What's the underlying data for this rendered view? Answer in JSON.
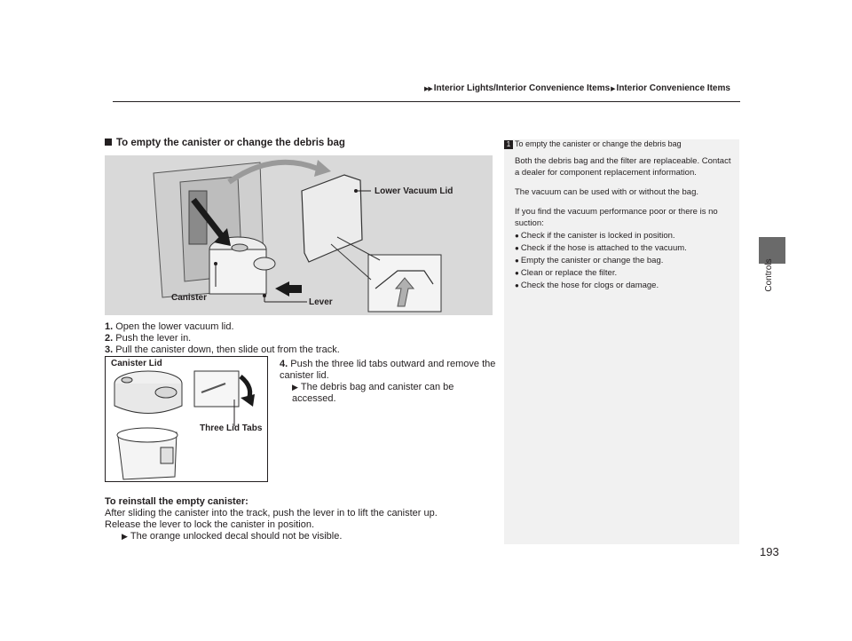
{
  "breadcrumb": {
    "arrow": "▶▶",
    "part1": "Interior Lights/Interior Convenience Items",
    "arrow2": "▶",
    "part2": "Interior Convenience Items"
  },
  "side_tab": "Controls",
  "page_number": "193",
  "section": {
    "heading": "To empty the canister or change the debris bag"
  },
  "figure1": {
    "labels": {
      "lid": "Lower Vacuum Lid",
      "canister": "Canister",
      "lever": "Lever"
    }
  },
  "steps": [
    {
      "num": "1.",
      "text": "Open the lower vacuum lid."
    },
    {
      "num": "2.",
      "text": "Push the lever in."
    },
    {
      "num": "3.",
      "text": "Pull the canister down, then slide out from the track."
    },
    {
      "num": "4.",
      "text": "Push the three lid tabs outward and remove the canister lid.",
      "sub": "The debris bag and canister can be accessed."
    }
  ],
  "figure2": {
    "labels": {
      "canister_lid": "Canister Lid",
      "tabs": "Three Lid Tabs"
    }
  },
  "reinstall": {
    "heading": "To reinstall the empty canister:",
    "line1": "After sliding the canister into the track, push the lever in to lift the canister up.",
    "line2": "Release the lever to lock the canister in position.",
    "note": "The orange unlocked decal should not be visible."
  },
  "sidebar": {
    "num": "1",
    "heading": "To empty the canister or change the debris bag",
    "p1": "Both the debris bag and the filter are replaceable. Contact a dealer for component replacement information.",
    "p2": "The vacuum can be used with or without the bag.",
    "p3": "If you find the vacuum performance poor or there is no suction:",
    "bullets": [
      "Check if the canister is locked in position.",
      "Check if the hose is attached to the vacuum.",
      "Empty the canister or change the bag.",
      "Clean or replace the filter.",
      "Check the hose for clogs or damage."
    ]
  },
  "pointer_glyph": "▶"
}
